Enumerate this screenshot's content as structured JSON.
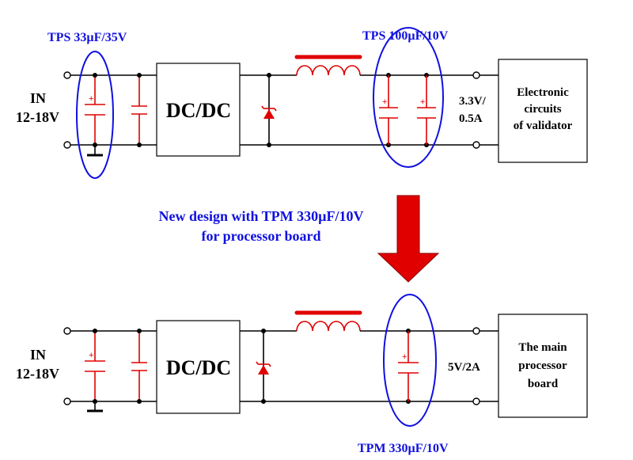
{
  "top": {
    "input_label_1": "IN",
    "input_label_2": "12-18V",
    "converter": "DC/DC",
    "input_cap_label": "TPS 33µF/35V",
    "output_cap_label": "TPS 100µF/10V",
    "output_label_1": "3.3V/",
    "output_label_2": "0.5A",
    "load_lines": [
      "Electronic",
      "circuits",
      "of validator"
    ]
  },
  "middle": {
    "note_lines": [
      "New design with TPM 330µF/10V",
      "for processor board"
    ]
  },
  "bottom": {
    "input_label_1": "IN",
    "input_label_2": "12-18V",
    "converter": "DC/DC",
    "output_label": "5V/2A",
    "load_lines": [
      "The main",
      "processor",
      "board"
    ],
    "output_cap_label": "TPM 330µF/10V"
  },
  "colors": {
    "annotation": "#1010e0",
    "component": "#e00000",
    "wire": "#000000"
  }
}
